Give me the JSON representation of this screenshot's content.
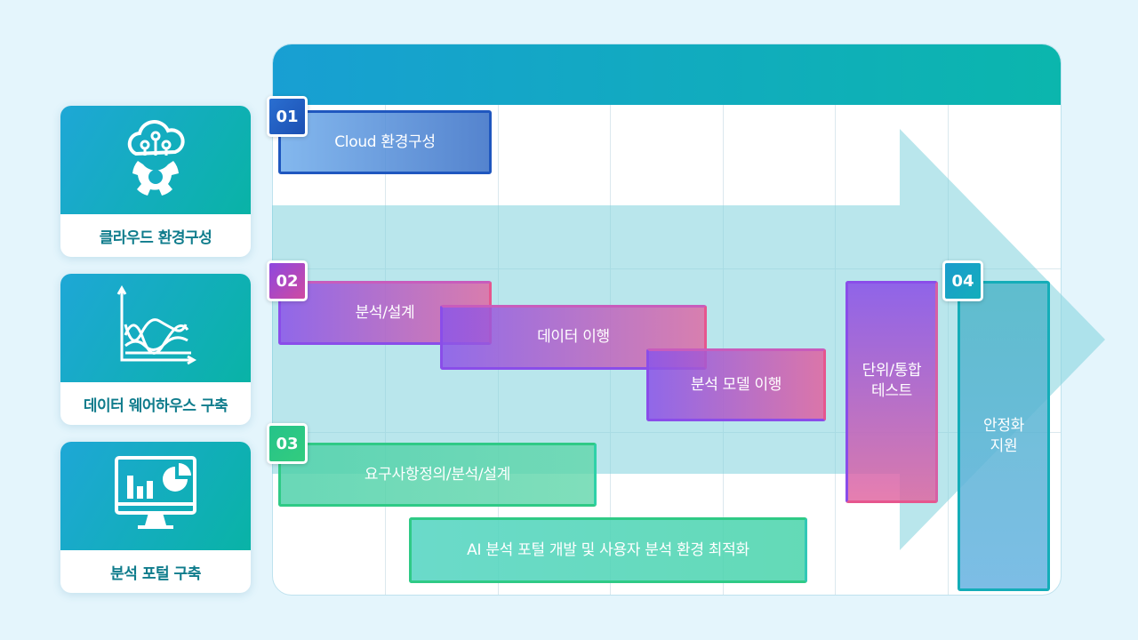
{
  "cards": [
    {
      "label": "클라우드 환경구성",
      "icon": "cloud-gear-icon"
    },
    {
      "label": "데이터 웨어하우스 구축",
      "icon": "line-chart-icon"
    },
    {
      "label": "분석 포털 구축",
      "icon": "monitor-chart-icon"
    }
  ],
  "phases": [
    {
      "number": "01",
      "color": "#1f63c4"
    },
    {
      "number": "02",
      "color": "#8c4ae0"
    },
    {
      "number": "03",
      "color": "#2fca86"
    },
    {
      "number": "04",
      "color": "#15a8c9"
    }
  ],
  "tasks": {
    "cloud_setup": "Cloud 환경구성",
    "analysis_design": "분석/설계",
    "data_migration": "데이터 이행",
    "model_migration": "분석 모델 이행",
    "unit_integration_test_line1": "단위/통합",
    "unit_integration_test_line2": "테스트",
    "requirements": "요구사항정의/분석/설계",
    "ai_portal": "AI 분석 포털 개발 및 사용자 분석 환경 최적화",
    "stabilization_line1": "안정화",
    "stabilization_line2": "지원"
  },
  "colors": {
    "background": "#e4f5fc",
    "header_gradient_start": "#189fd3",
    "header_gradient_end": "#0bb6ad",
    "arrow": "#7fd2dc"
  }
}
